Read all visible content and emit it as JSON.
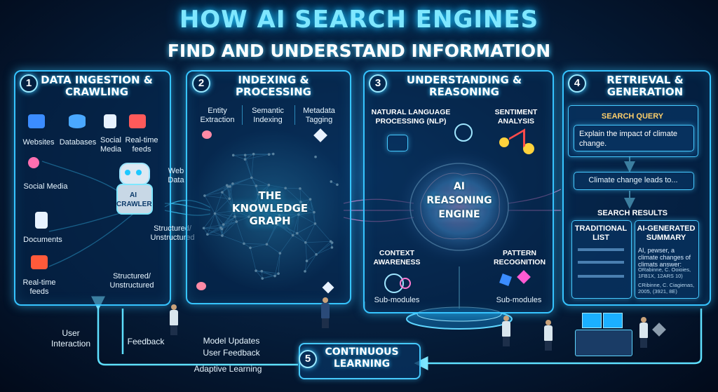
{
  "title": {
    "line1": "HOW AI SEARCH ENGINES",
    "line2": "FIND AND UNDERSTAND INFORMATION"
  },
  "stage1": {
    "number": "1",
    "title": "DATA INGESTION & CRAWLING",
    "sources": {
      "websites": "Websites",
      "databases": "Databases",
      "social_media_top": "Social Media",
      "realtime_top": "Real-time feeds",
      "social_media": "Social Media",
      "documents": "Documents",
      "realtime": "Real-time feeds"
    },
    "crawler": "AI CRAWLER",
    "web_data": "Web Data",
    "structured_1": "Structured/ Unstructured",
    "structured_2": "Structured/ Unstructured"
  },
  "stage2": {
    "number": "2",
    "title": "INDEXING & PROCESSING",
    "sub": [
      "Entity Extraction",
      "Semantic Indexing",
      "Metadata Tagging"
    ],
    "graph": "THE KNOWLEDGE GRAPH"
  },
  "stage3": {
    "number": "3",
    "title": "UNDERSTANDING & REASONING",
    "nlp": "NATURAL LANGUAGE PROCESSING (NLP)",
    "sentiment": "SENTIMENT ANALYSIS",
    "engine": "AI REASONING ENGINE",
    "context": "CONTEXT AWARENESS",
    "pattern": "PATTERN RECOGNITION",
    "submodules_left": "Sub-modules",
    "submodules_right": "Sub-modules"
  },
  "stage4": {
    "number": "4",
    "title": "RETRIEVAL & GENERATION",
    "query_label": "SEARCH QUERY",
    "query_text": "Explain the impact of climate change.",
    "answer_text": "Climate change leads to...",
    "results_label": "SEARCH RESULTS",
    "traditional": "TRADITIONAL LIST",
    "ai_summary": "AI-GENERATED SUMMARY",
    "summary_text": "AI, pewser, a climate changes of climats answer:",
    "citation_1": "ORabinne, C. Ooioies, 1FB1X, 12ARS 10)",
    "citation_2": "CRibinne, C. Ciagienas, 2005, (3921, 8E)"
  },
  "stage5": {
    "number": "5",
    "title": "CONTINUOUS LEARNING"
  },
  "loop": {
    "user_interaction": "User Interaction",
    "feedback": "Feedback",
    "model_updates": "Model Updates",
    "user_feedback": "User Feedback",
    "adaptive_learning": "Adaptive Learning"
  },
  "colors": {
    "accent": "#36c4ff",
    "title_glow": "#7fe7ff",
    "background": "#06203f"
  }
}
